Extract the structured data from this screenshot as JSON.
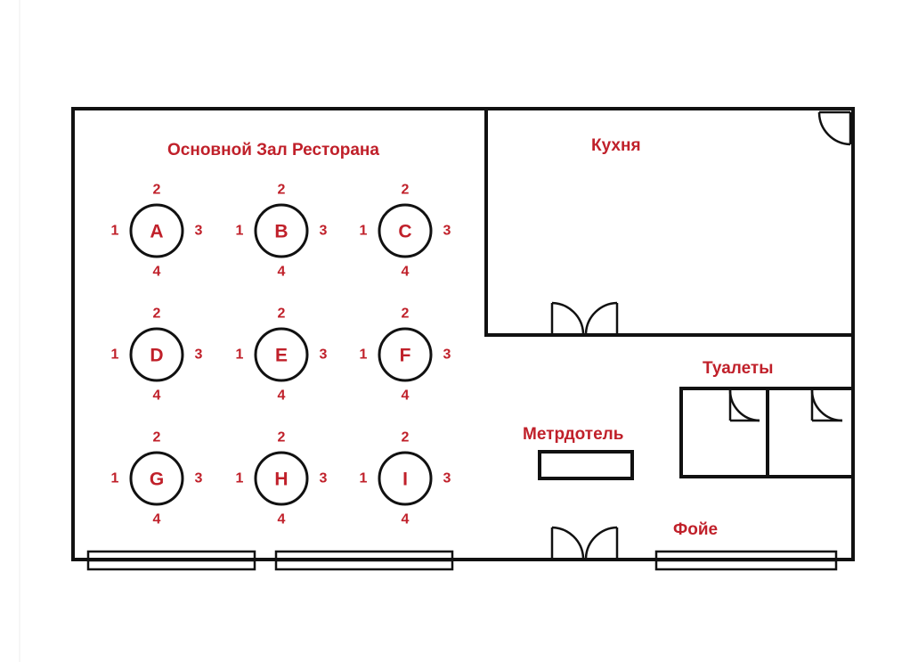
{
  "rooms": {
    "main_hall": "Основной Зал Ресторана",
    "kitchen": "Кухня",
    "toilets": "Туалеты",
    "maitre_d": "Метрдотель",
    "foyer": "Фойе"
  },
  "tables": [
    {
      "letter": "A",
      "seats": [
        "1",
        "2",
        "3",
        "4"
      ]
    },
    {
      "letter": "B",
      "seats": [
        "1",
        "2",
        "3",
        "4"
      ]
    },
    {
      "letter": "C",
      "seats": [
        "1",
        "2",
        "3",
        "4"
      ]
    },
    {
      "letter": "D",
      "seats": [
        "1",
        "2",
        "3",
        "4"
      ]
    },
    {
      "letter": "E",
      "seats": [
        "1",
        "2",
        "3",
        "4"
      ]
    },
    {
      "letter": "F",
      "seats": [
        "1",
        "2",
        "3",
        "4"
      ]
    },
    {
      "letter": "G",
      "seats": [
        "1",
        "2",
        "3",
        "4"
      ]
    },
    {
      "letter": "H",
      "seats": [
        "1",
        "2",
        "3",
        "4"
      ]
    },
    {
      "letter": "I",
      "seats": [
        "1",
        "2",
        "3",
        "4"
      ]
    }
  ],
  "colors": {
    "label": "#c0202a",
    "lines": "#111111",
    "background": "#ffffff"
  }
}
